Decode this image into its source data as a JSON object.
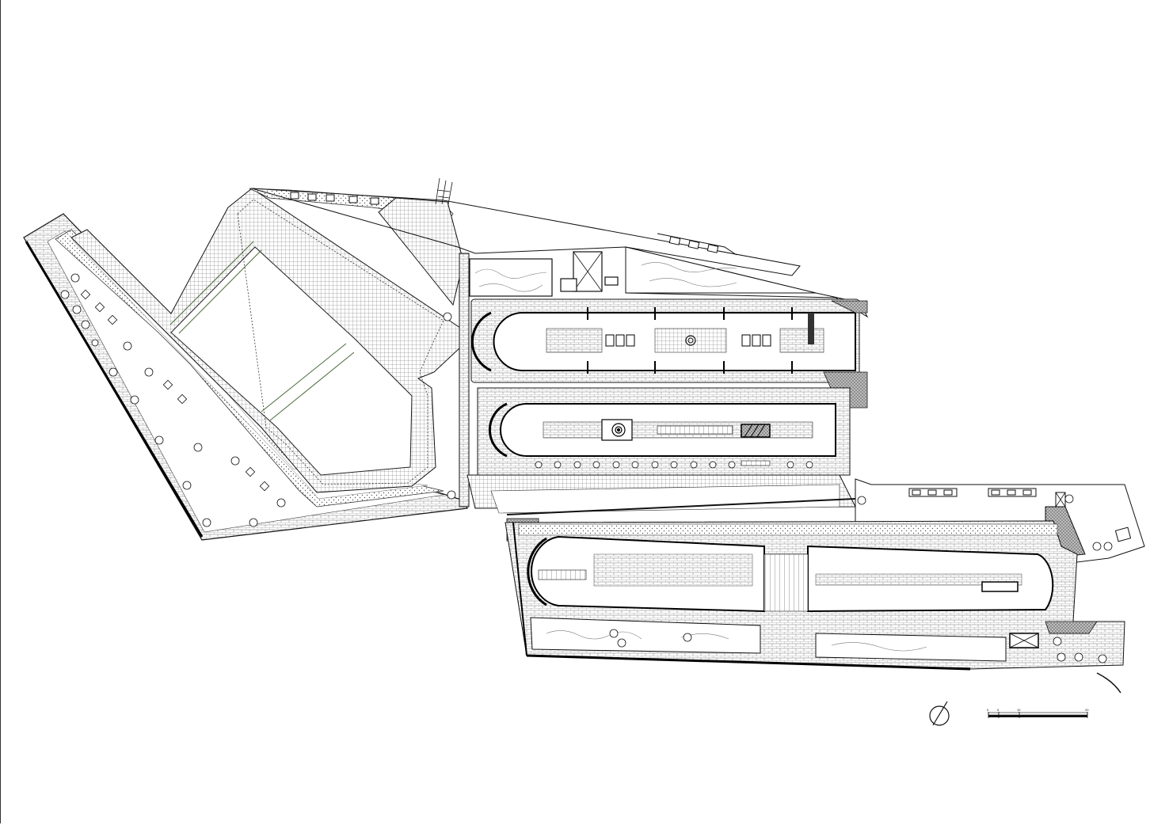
{
  "drawing": {
    "type": "site plan",
    "background": "#ffffff",
    "line_color": "#1a1a1a",
    "hatch_color": "#555555",
    "tree_symbol": "circle-with-dot",
    "north_arrow": "north-arrow-icon",
    "scale_bar_ticks": [
      "0",
      "5",
      "10",
      "20"
    ]
  }
}
